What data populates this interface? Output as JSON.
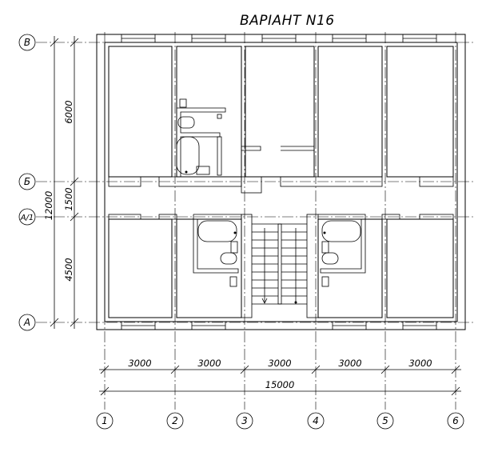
{
  "title": "ВАРІАНТ N16",
  "axes_letters": [
    "В",
    "Б",
    "А/1",
    "А"
  ],
  "axes_numbers": [
    "1",
    "2",
    "3",
    "4",
    "5",
    "6"
  ],
  "dims_vertical": [
    "6000",
    "1500",
    "4500"
  ],
  "dim_total_vertical": "12000",
  "dims_horizontal": [
    "3000",
    "3000",
    "3000",
    "3000",
    "3000"
  ],
  "dim_total_horizontal": "15000"
}
